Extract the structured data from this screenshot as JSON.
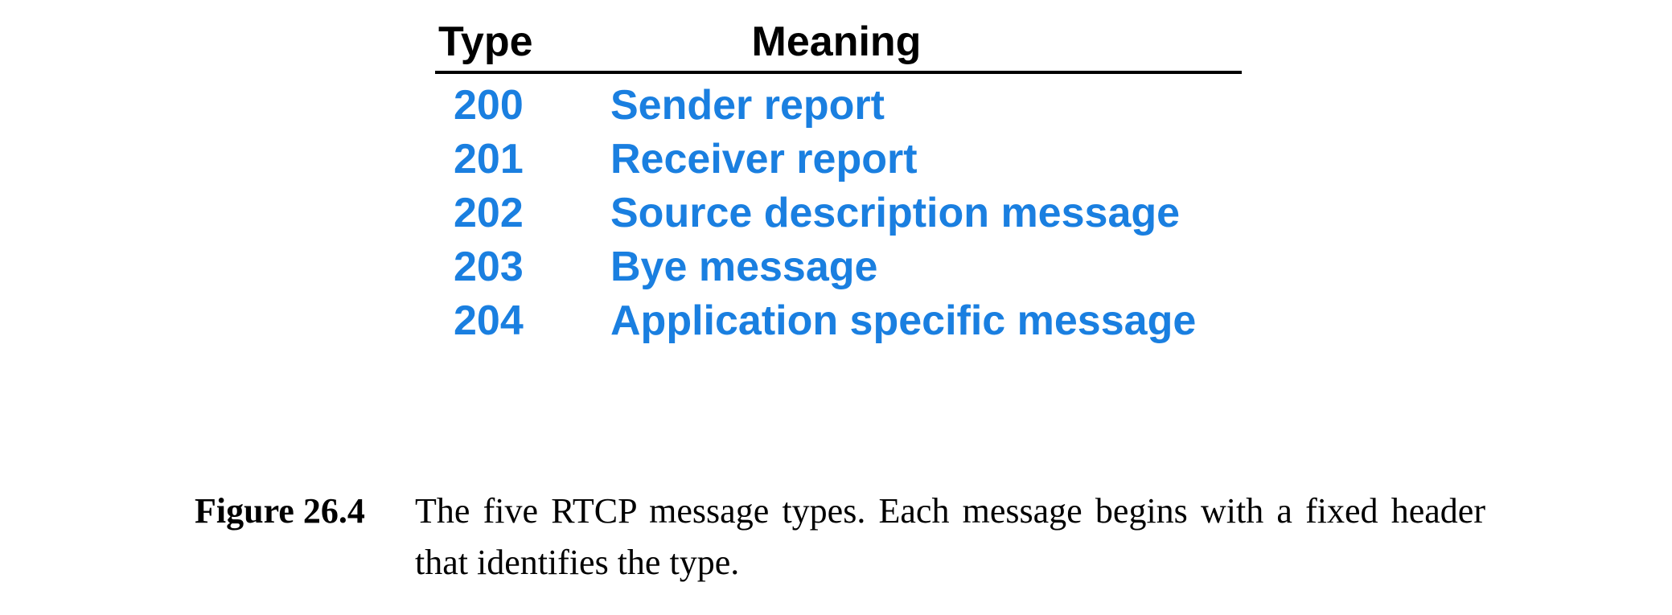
{
  "table": {
    "header": {
      "type": "Type",
      "meaning": "Meaning"
    },
    "rows": [
      {
        "type": "200",
        "meaning": "Sender report"
      },
      {
        "type": "201",
        "meaning": "Receiver report"
      },
      {
        "type": "202",
        "meaning": "Source description message"
      },
      {
        "type": "203",
        "meaning": "Bye message"
      },
      {
        "type": "204",
        "meaning": "Application specific message"
      }
    ],
    "colors": {
      "body_text": "#1a7fe0",
      "header_text": "#000000",
      "rule": "#000000"
    }
  },
  "caption": {
    "label": "Figure 26.4",
    "text": "The five RTCP message types.  Each message begins with a fixed header that identifies the type."
  }
}
